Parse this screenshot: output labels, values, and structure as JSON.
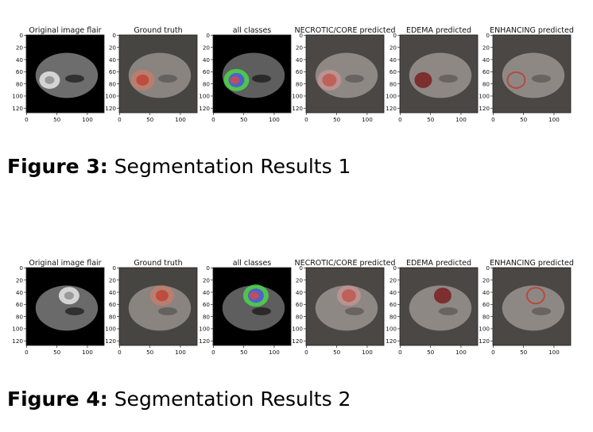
{
  "figures": [
    {
      "id": "fig3",
      "label": "Figure 3:",
      "caption": "Segmentation Results 1",
      "panels": [
        {
          "title": "Original image flair",
          "bg": "#000000",
          "brain": "#6d6d6d",
          "overlay": "none"
        },
        {
          "title": "Ground truth",
          "bg": "#474542",
          "brain": "#8a8480",
          "overlay": "gt"
        },
        {
          "title": "all classes",
          "bg": "#000000",
          "brain": "#5e5e5e",
          "overlay": "all"
        },
        {
          "title": "NECROTIC/CORE predicted",
          "bg": "#4a4744",
          "brain": "#8e8885",
          "overlay": "core"
        },
        {
          "title": "EDEMA predicted",
          "bg": "#4a4744",
          "brain": "#8e8885",
          "overlay": "edema"
        },
        {
          "title": "ENHANCING predicted",
          "bg": "#4a4744",
          "brain": "#8e8885",
          "overlay": "enh"
        }
      ]
    },
    {
      "id": "fig4",
      "label": "Figure 4:",
      "caption": "Segmentation Results 2",
      "panels": [
        {
          "title": "Original image flair",
          "bg": "#000000",
          "brain": "#6a6a6a",
          "overlay": "none"
        },
        {
          "title": "Ground truth",
          "bg": "#474542",
          "brain": "#8a8480",
          "overlay": "gt"
        },
        {
          "title": "all classes",
          "bg": "#000000",
          "brain": "#5e5e5e",
          "overlay": "all"
        },
        {
          "title": "NECROTIC/CORE predicted",
          "bg": "#4a4744",
          "brain": "#8e8885",
          "overlay": "core"
        },
        {
          "title": "EDEMA predicted",
          "bg": "#4a4744",
          "brain": "#8e8885",
          "overlay": "edema"
        },
        {
          "title": "ENHANCING predicted",
          "bg": "#4a4744",
          "brain": "#8e8885",
          "overlay": "enh"
        }
      ]
    }
  ],
  "axes": {
    "yticks": [
      "0",
      "20",
      "40",
      "60",
      "80",
      "100",
      "120"
    ],
    "xticks": [
      "0",
      "50",
      "100"
    ]
  },
  "colors": {
    "edema": "#e07a5f",
    "core": "#c0392b",
    "enhancing": "#f0a0a0",
    "all_green": "#4cd64c",
    "all_blue": "#4a5ad6",
    "all_red": "#d64a4a"
  }
}
